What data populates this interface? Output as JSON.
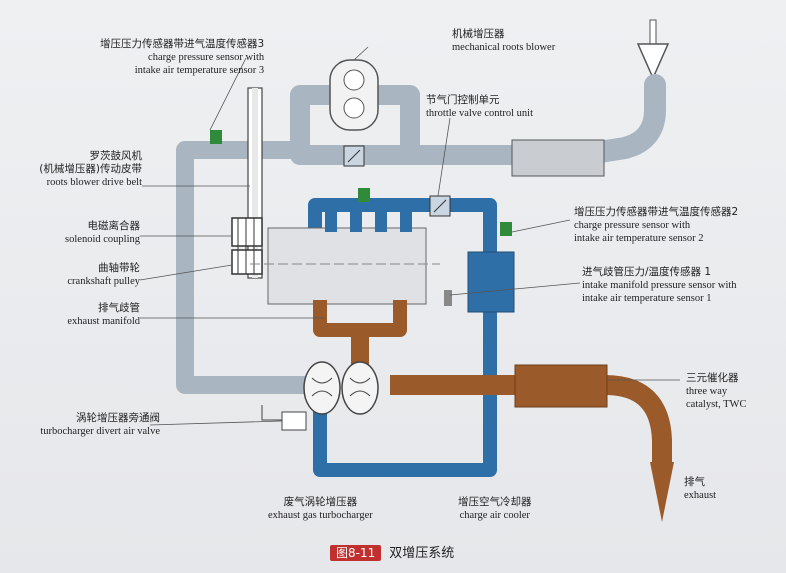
{
  "labels": {
    "sensor3": {
      "zh": "增压压力传感器带进气温度传感器3",
      "en1": "charge pressure sensor with",
      "en2": "intake air temperature sensor 3"
    },
    "roots_blower": {
      "zh": "机械增压器",
      "en": "mechanical roots blower"
    },
    "throttle": {
      "zh": "节气门控制单元",
      "en": "throttle valve control unit"
    },
    "drive_belt": {
      "zh1": "罗茨鼓风机",
      "zh2": "(机械增压器)传动皮带",
      "en": "roots blower drive belt"
    },
    "solenoid": {
      "zh": "电磁离合器",
      "en": "solenoid coupling"
    },
    "crank": {
      "zh": "曲轴带轮",
      "en": "crankshaft pulley"
    },
    "exhaust_manifold": {
      "zh": "排气歧管",
      "en": "exhaust manifold"
    },
    "sensor2": {
      "zh": "增压压力传感器带进气温度传感器2",
      "en1": "charge pressure sensor with",
      "en2": "intake air temperature sensor 2"
    },
    "sensor1": {
      "zh": "进气歧管压力/温度传感器 1",
      "en1": "intake manifold pressure sensor with",
      "en2": "intake air temperature sensor 1"
    },
    "catalyst": {
      "zh": "三元催化器",
      "en1": "three way",
      "en2": "catalyst, TWC"
    },
    "divert": {
      "zh": "涡轮增压器旁通阀",
      "en": "turbocharger divert air valve"
    },
    "turbo": {
      "zh": "废气涡轮增压器",
      "en": "exhaust gas turbocharger"
    },
    "cooler": {
      "zh": "增压空气冷却器",
      "en": "charge air cooler"
    },
    "exhaust": {
      "zh": "排气",
      "en": "exhaust"
    }
  },
  "caption": {
    "badge": "图8-11",
    "title": "双增压系统"
  },
  "colors": {
    "grey_duct": "#a9b6c2",
    "blue_duct": "#2f6fa8",
    "exhaust": "#9a5a2a",
    "engine": "#dfe1e4",
    "sensor_green": "#2f8a3a"
  }
}
